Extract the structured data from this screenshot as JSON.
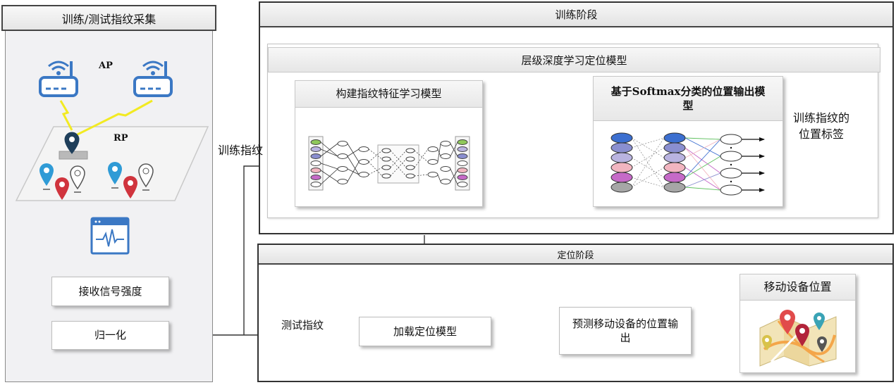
{
  "collection": {
    "title": "训练/测试指纹采集",
    "ap_label": "AP",
    "rp_label": "RP",
    "receive_label": "接收信号强度",
    "normalize_label": "归一化"
  },
  "training": {
    "title": "训练阶段",
    "model_title": "层级深度学习定位模型",
    "feature_model_label": "构建指纹特征学习模型",
    "softmax_model_label": "基于Softmax分类的位置输出模型",
    "labels_text": "训练指纹的位置标签",
    "input_label": "训练指纹"
  },
  "positioning": {
    "title": "定位阶段",
    "input_label": "测试指纹",
    "load_model_label": "加载定位模型",
    "predict_label": "预测移动设备的位置输出",
    "result_label": "移动设备位置"
  },
  "colors": {
    "wifi_router": "#3b78c4",
    "signal_bolt": "#f2ea22",
    "pin_blue": "#2f9bd6",
    "pin_red": "#d0343d",
    "pin_white": "#ffffff",
    "panel_left_bg": "#f1f1f3",
    "node_colors": [
      "#3c6fd0",
      "#8a8fd0",
      "#b9b3e0",
      "#f2b5c0",
      "#c66ac8",
      "#a6a6a6"
    ]
  },
  "icons": {
    "router": "wifi-router-icon",
    "location_pin": "location-pin-icon",
    "signal_monitor": "signal-monitor-icon",
    "map": "map-icon"
  }
}
